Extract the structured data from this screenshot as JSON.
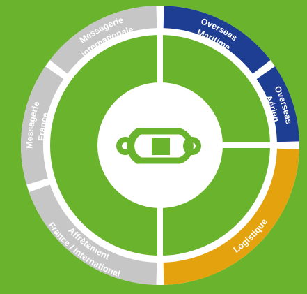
{
  "colors": {
    "background": "#6ab42d",
    "ring_gray": "#c6c6c6",
    "ring_blue": "#1e3e94",
    "ring_orange": "#e4a20f",
    "inner_green": "#6ab42d",
    "divider": "#ffffff"
  },
  "segments": [
    {
      "id": "overseas-maritime",
      "lines": [
        "Overseas",
        "Maritime"
      ],
      "color": "#1e3e94",
      "interactable": true
    },
    {
      "id": "overseas-aerien",
      "lines": [
        "Overseas",
        "Aérien"
      ],
      "color": "#1e3e94",
      "interactable": true
    },
    {
      "id": "logistique",
      "lines": [
        "Logistique"
      ],
      "color": "#e4a20f",
      "interactable": true
    },
    {
      "id": "affretement",
      "lines": [
        "Affrètement",
        "France / International"
      ],
      "color": "#c6c6c6",
      "interactable": true
    },
    {
      "id": "messagerie-france",
      "lines": [
        "Messagerie",
        "France"
      ],
      "color": "#c6c6c6",
      "interactable": true
    },
    {
      "id": "messagerie-internationale",
      "lines": [
        "Messagerie",
        "internationale"
      ],
      "color": "#c6c6c6",
      "interactable": true
    }
  ],
  "logo": {
    "icon": "chain-link-logo-icon"
  }
}
